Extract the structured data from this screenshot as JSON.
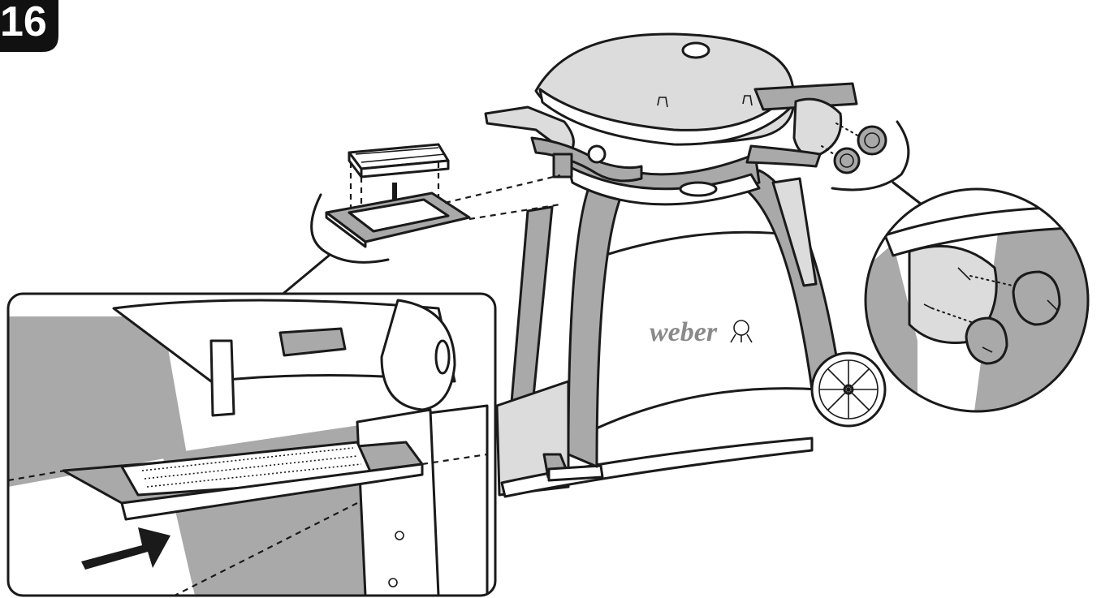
{
  "step": {
    "number": "16"
  },
  "grill": {
    "brand": "weber"
  },
  "colors": {
    "ink": "#1a1a1a",
    "shade": "#a9a9a9",
    "light": "#dcdcdc",
    "badge": "#111111"
  },
  "icons": [
    "drip-tray",
    "disposable-liner",
    "arrow-down",
    "arrow-right",
    "control-knob"
  ]
}
